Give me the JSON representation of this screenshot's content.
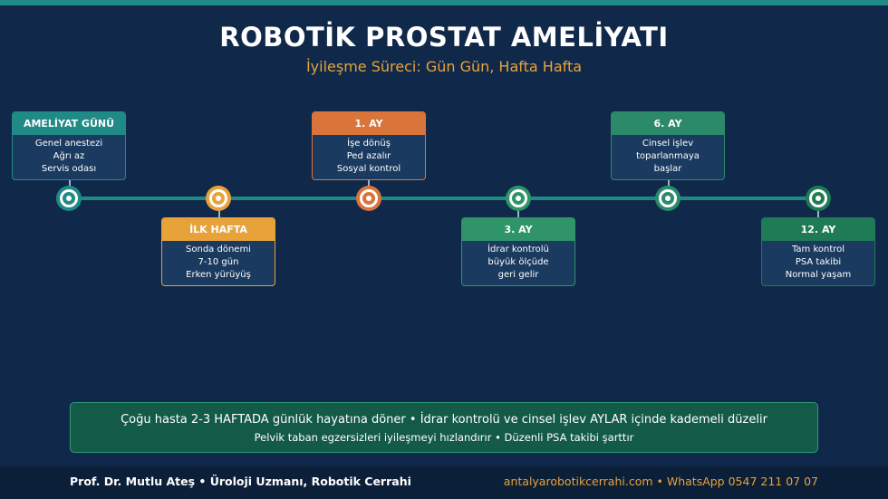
{
  "title": "ROBOTİK PROSTAT AMELİYATI",
  "subtitle": "İyileşme Süreci: Gün Gün, Hafta Hafta",
  "colors": {
    "background": "#10294a",
    "teal": "#1f8a86",
    "orange_light": "#e8a23a",
    "orange_dark": "#d9743a",
    "green": "#2f9468"
  },
  "milestones": [
    {
      "label": "AMELİYAT GÜNÜ",
      "lines": [
        "Genel anestezi",
        "Ağrı az",
        "Servis odası"
      ],
      "position": "above"
    },
    {
      "label": "İLK HAFTA",
      "lines": [
        "Sonda dönemi",
        "7-10 gün",
        "Erken yürüyüş"
      ],
      "position": "below"
    },
    {
      "label": "1. AY",
      "lines": [
        "İşe dönüş",
        "Ped azalır",
        "Sosyal kontrol"
      ],
      "position": "above"
    },
    {
      "label": "3. AY",
      "lines": [
        "İdrar kontrolü",
        "büyük ölçüde",
        "geri gelir"
      ],
      "position": "below"
    },
    {
      "label": "6. AY",
      "lines": [
        "Cinsel işlev",
        "toparlanmaya",
        "başlar"
      ],
      "position": "above"
    },
    {
      "label": "12. AY",
      "lines": [
        "Tam kontrol",
        "PSA takibi",
        "Normal yaşam"
      ],
      "position": "below"
    }
  ],
  "summary": {
    "line1": "Çoğu hasta 2-3 HAFTADA günlük hayatına döner  •  İdrar kontrolü ve cinsel işlev AYLAR içinde kademeli düzelir",
    "line2": "Pelvik taban egzersizleri iyileşmeyi hızlandırır  •  Düzenli PSA takibi şarttır"
  },
  "footer": {
    "left": "Prof. Dr. Mutlu Ateş  •  Üroloji Uzmanı, Robotik Cerrahi",
    "right": "antalyarobotikcerrahi.com  •  WhatsApp 0547 211 07 07"
  }
}
